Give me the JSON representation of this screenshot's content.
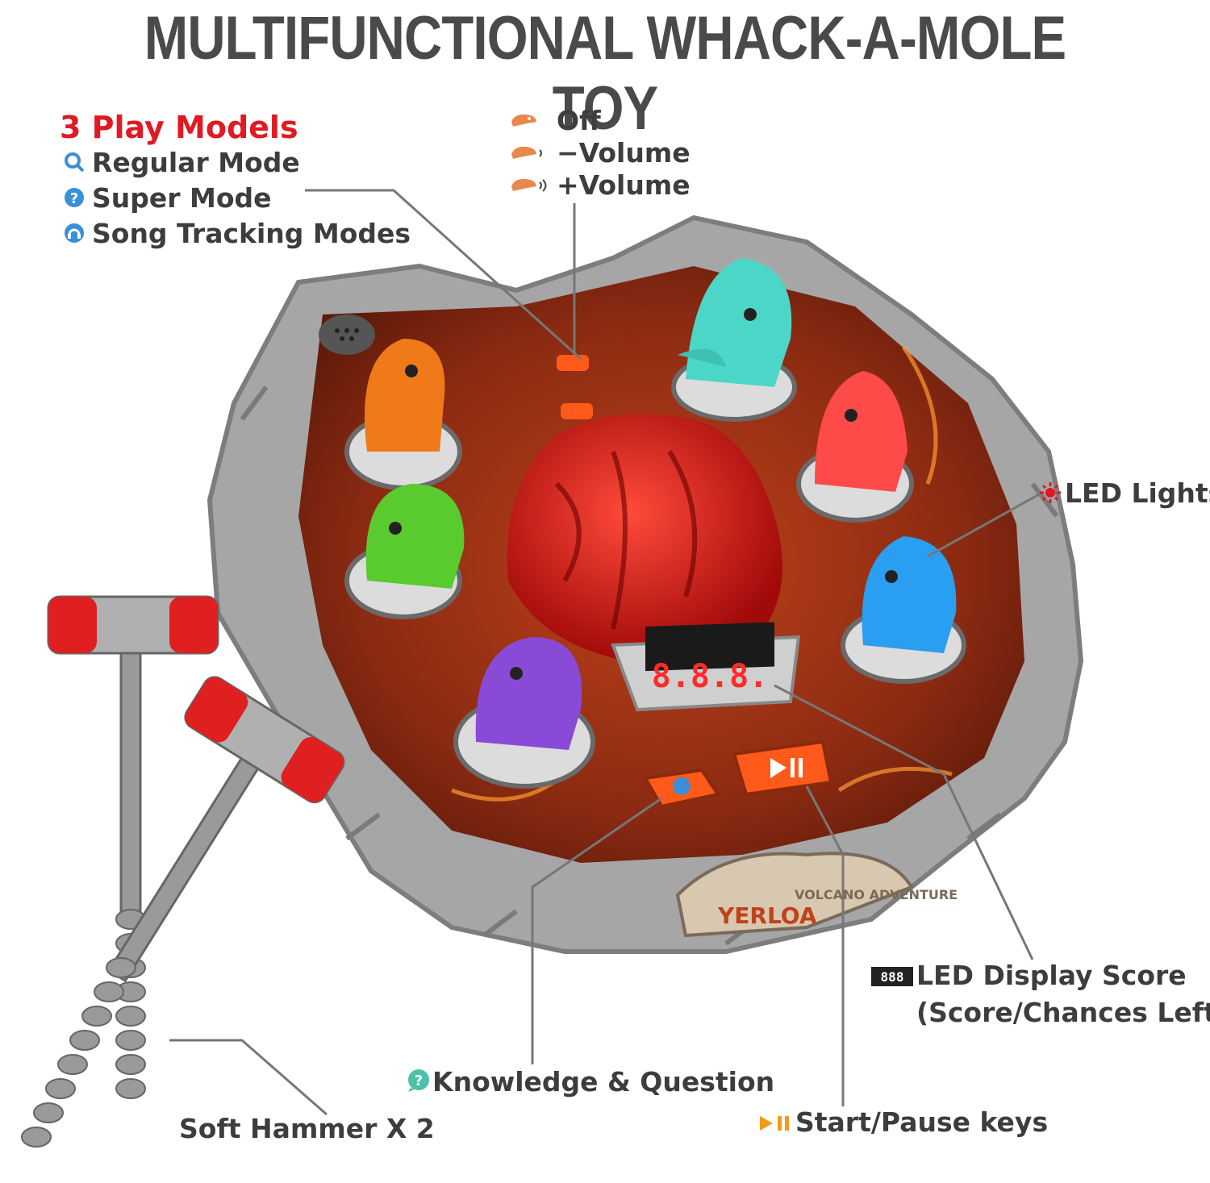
{
  "title": "MULTIFUNCTIONAL WHACK-A-MOLE TOY",
  "play_models": {
    "heading": "3 Play Models",
    "items": [
      "Regular Mode",
      "Super Mode",
      "Song Tracking Modes"
    ]
  },
  "volume": {
    "items": [
      "Off",
      "−Volume",
      "+Volume"
    ]
  },
  "callouts": {
    "led_lights": "LED Lights",
    "led_display_line1": "LED Display Score",
    "led_display_line2": "(Score/Chances Left)",
    "knowledge": "Knowledge & Question",
    "start_pause": "Start/Pause keys",
    "hammer": "Soft Hammer X 2"
  },
  "product": {
    "brand": "YERLOA",
    "subtitle": "VOLCANO ADVENTURE",
    "display_readout": "8.8.8."
  },
  "colors": {
    "title": "#4a4a4a",
    "heading_red": "#e01a22",
    "rock_gray": "#9a9a9a",
    "lava": "#8a2a12"
  }
}
